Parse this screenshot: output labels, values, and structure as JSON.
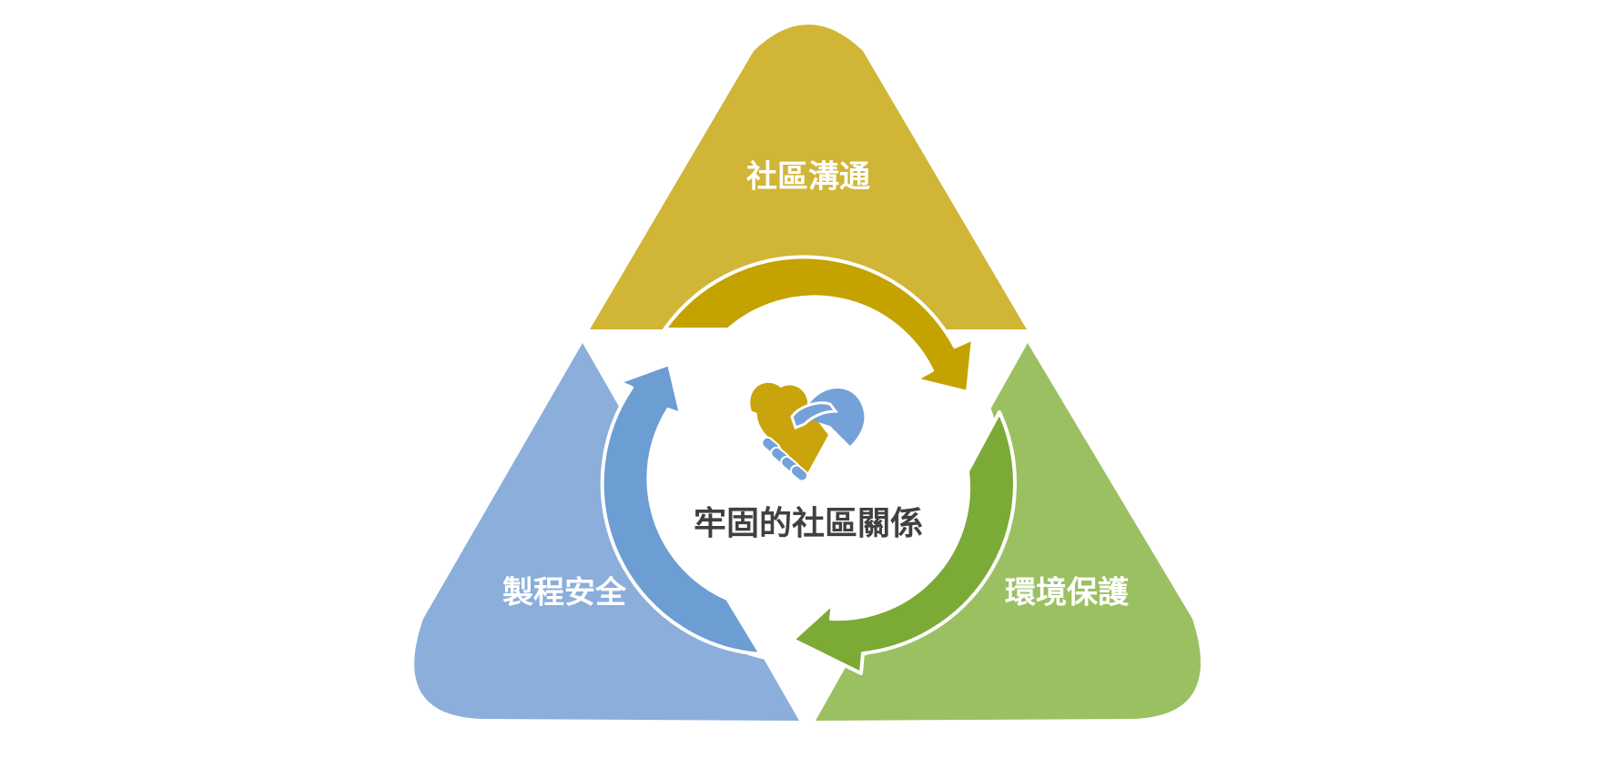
{
  "diagram": {
    "center": {
      "label": "牢固的社區關係",
      "icon": "handshake-heart-icon"
    },
    "segments": [
      {
        "id": "community",
        "label": "社區溝通",
        "color": "#D1B536",
        "arrow_color": "#C4A200"
      },
      {
        "id": "environment",
        "label": "環境保護",
        "color": "#9BC062",
        "arrow_color": "#7BAA36"
      },
      {
        "id": "process",
        "label": "製程安全",
        "color": "#8BAEDB",
        "arrow_color": "#6C9DD3"
      }
    ],
    "colors": {
      "background": "#FFFFFF",
      "center_text": "#404040",
      "handshake_left": "#C9A40C",
      "handshake_right": "#74A2D8"
    }
  }
}
